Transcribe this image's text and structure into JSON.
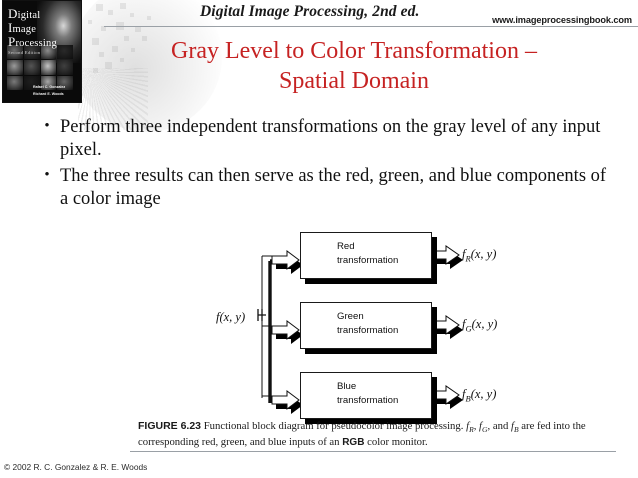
{
  "header": {
    "book_title": "Digital Image Processing, 2nd ed.",
    "website": "www.imageprocessingbook.com"
  },
  "cover": {
    "line1_cap": "D",
    "line1_rest": "igital",
    "line2_cap": "I",
    "line2_rest": "mage",
    "line3_cap": "P",
    "line3_rest": "rocessing",
    "edition": "Second Edition",
    "author1": "Rafael C. Gonzalez",
    "author2": "Richard E. Woods"
  },
  "slide": {
    "title_line1": "Gray Level to Color Transformation –",
    "title_line2": "Spatial Domain",
    "title_color": "#c62222",
    "bullets": [
      "Perform three independent transformations on the gray level of any input pixel.",
      "The three results can then serve as the red, green, and blue components of a color image"
    ],
    "bullet_marker": "•"
  },
  "figure": {
    "input_label": "f(x, y)",
    "branches": [
      {
        "box_line1": "Red",
        "box_line2": "transformation",
        "output_base": "f",
        "output_sub": "R",
        "output_args": "(x, y)"
      },
      {
        "box_line1": "Green",
        "box_line2": "transformation",
        "output_base": "f",
        "output_sub": "G",
        "output_args": "(x, y)"
      },
      {
        "box_line1": "Blue",
        "box_line2": "transformation",
        "output_base": "f",
        "output_sub": "B",
        "output_args": "(x, y)"
      }
    ],
    "caption_number": "FIGURE 6.23",
    "caption_text_1": " Functional block diagram for pseudocolor image processing. ",
    "caption_f": "f",
    "caption_sub_r": "R",
    "caption_sep1": ", ",
    "caption_sub_g": "G",
    "caption_sep2": ", and ",
    "caption_sub_b": "B",
    "caption_text_2": " are fed into the corresponding red, green, and blue inputs of an ",
    "caption_rgb": "RGB",
    "caption_text_3": " color monitor."
  },
  "footer": {
    "copyright": "© 2002 R. C. Gonzalez & R. E. Woods"
  }
}
